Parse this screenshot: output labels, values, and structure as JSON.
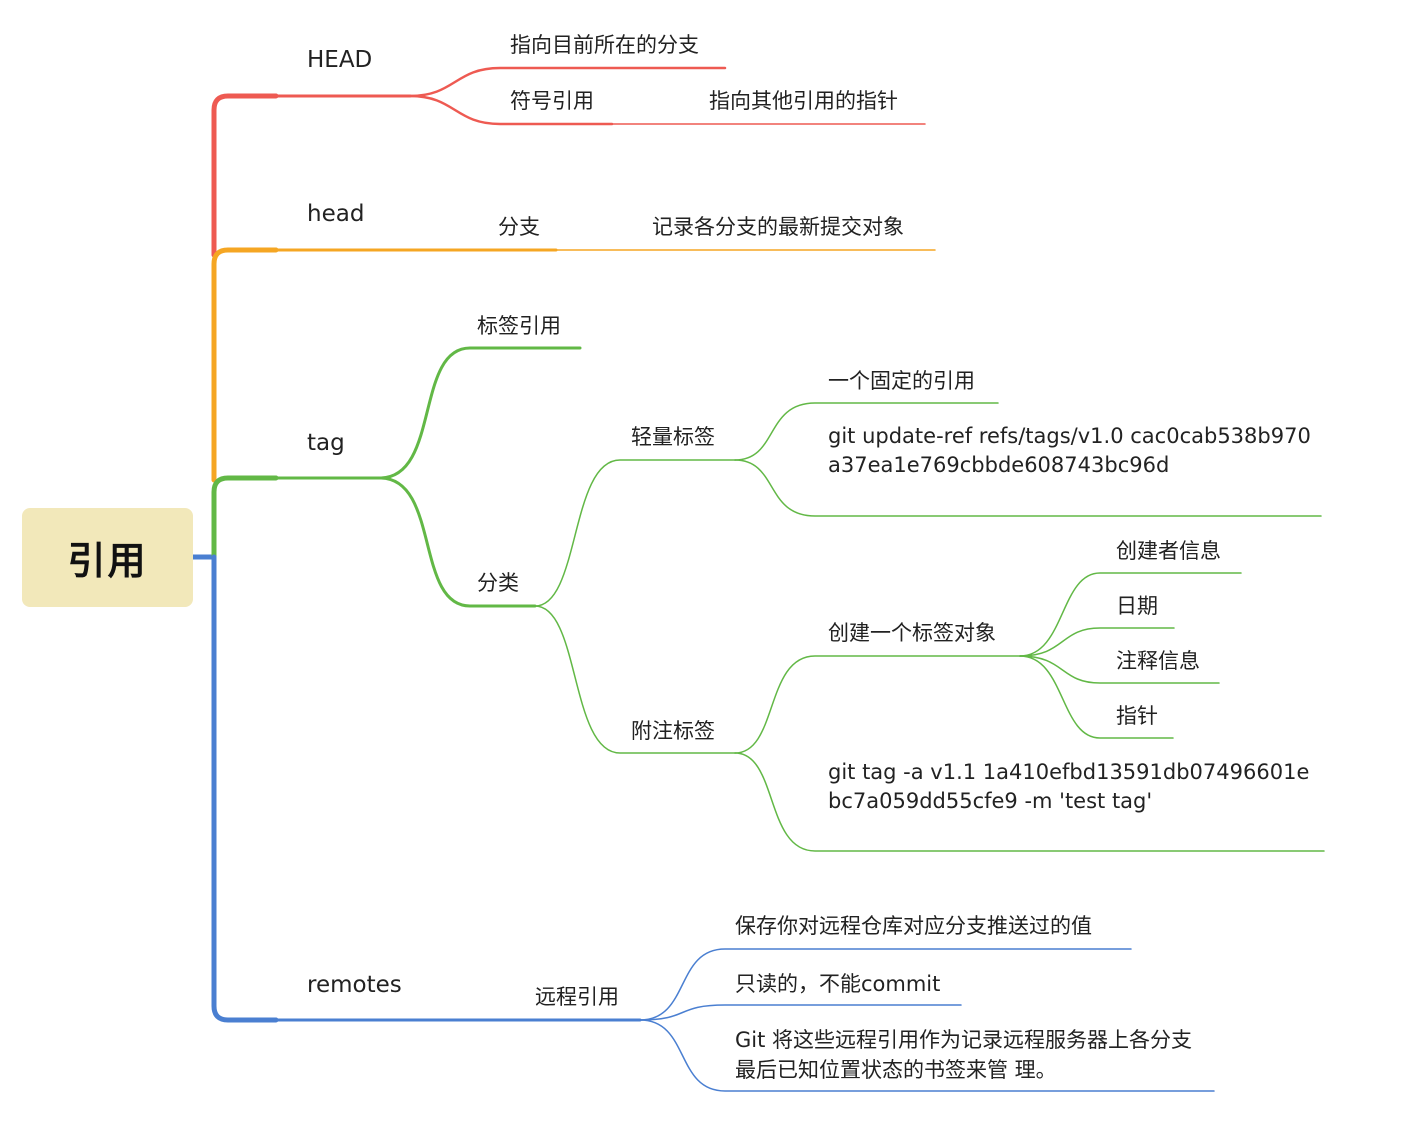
{
  "root": {
    "label": "引用"
  },
  "colors": {
    "head_upper": "#ee5a52",
    "head_lower": "#f5a623",
    "tag": "#62b846",
    "remotes": "#4a7fd1",
    "root_box": "#f2e8ba"
  },
  "branches": {
    "HEAD": {
      "label": "HEAD",
      "current_branch": "指向目前所在的分支",
      "symbolic_ref": "符号引用",
      "symbolic_ref_desc": "指向其他引用的指针"
    },
    "head": {
      "label": "head",
      "branch": "分支",
      "branch_desc": "记录各分支的最新提交对象"
    },
    "tag": {
      "label": "tag",
      "tag_ref": "标签引用",
      "category": "分类",
      "lightweight": {
        "label": "轻量标签",
        "desc": "一个固定的引用",
        "command": "git update-ref refs/tags/v1.0 cac0cab538b970a37ea1e769cbbde608743bc96d"
      },
      "annotated": {
        "label": "附注标签",
        "create_object": "创建一个标签对象",
        "fields": [
          "创建者信息",
          "日期",
          "注释信息",
          "指针"
        ],
        "command": "git tag -a v1.1 1a410efbd13591db07496601ebc7a059dd55cfe9 -m 'test tag'"
      }
    },
    "remotes": {
      "label": "remotes",
      "remote_ref": "远程引用",
      "items": [
        "保存你对远程仓库对应分支推送过的值",
        "只读的，不能commit",
        "Git 将这些远程引用作为记录远程服务器上各分支最后已知位置状态的书签来管 理。"
      ]
    }
  }
}
